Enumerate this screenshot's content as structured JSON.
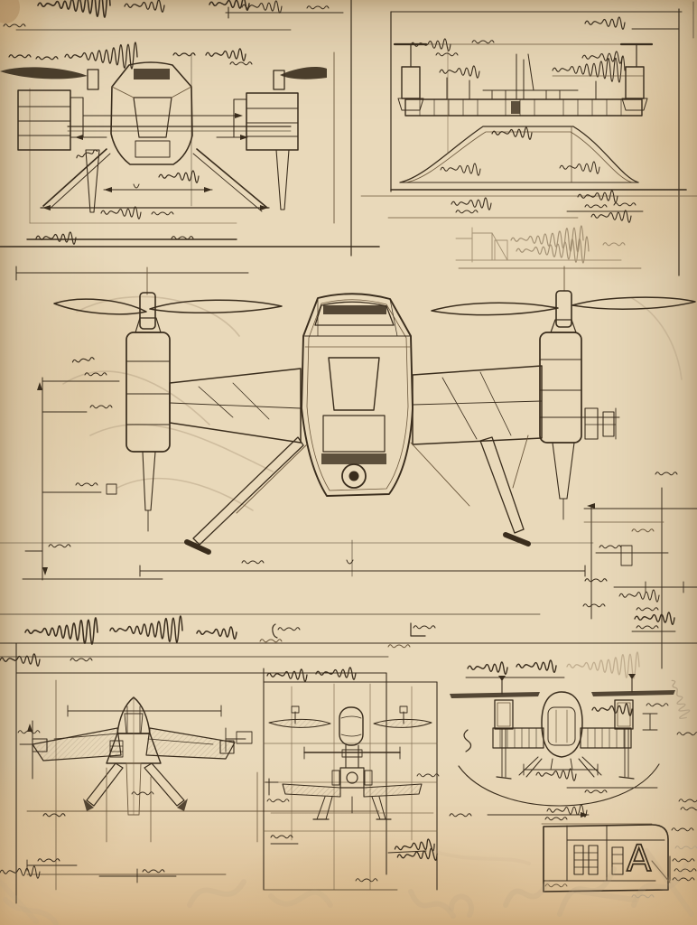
{
  "document": {
    "kind": "hand-drawn engineering sketch sheet",
    "subject": "quadcopter drone concept, multi-view orthographic studies",
    "medium": "sepia ink with pencil underlay on aged paper",
    "legibility_note": "all handwritten dimension notes and callouts on the sheet are illegible scribbles"
  },
  "colors": {
    "paper": "#e9d9ba",
    "paper_edge": "#d3b68c",
    "paper_warm_bottom": "#e2c69c",
    "ink": "#3a2d1d",
    "ink_light": "#6b573c",
    "pencil": "#b5a183"
  },
  "panels": [
    {
      "id": "top-left",
      "content": "front elevation study of drone with landing legs and span dimensions"
    },
    {
      "id": "top-right",
      "content": "deck elevation with rotor posts, column band and sloped fairing"
    },
    {
      "id": "center-main",
      "content": "large front three-quarter view: two rotor pods, truss arms, cabin body, gimbal camera, landing legs"
    },
    {
      "id": "right-middle-detail",
      "content": "mount bracket dimension detail with datum lines and inspection stamp"
    },
    {
      "id": "bottom-left",
      "content": "plan (top) view with swept arms and rear skids"
    },
    {
      "id": "bottom-middle",
      "content": "front view study with side rotors and gimbal skid"
    },
    {
      "id": "bottom-right",
      "content": "rear elevation with ground-clearance arc"
    }
  ],
  "title_block": {
    "revision_letter": "A"
  },
  "annotations": {
    "style": "illegible handwritten scribbles",
    "approx_count": 60
  }
}
